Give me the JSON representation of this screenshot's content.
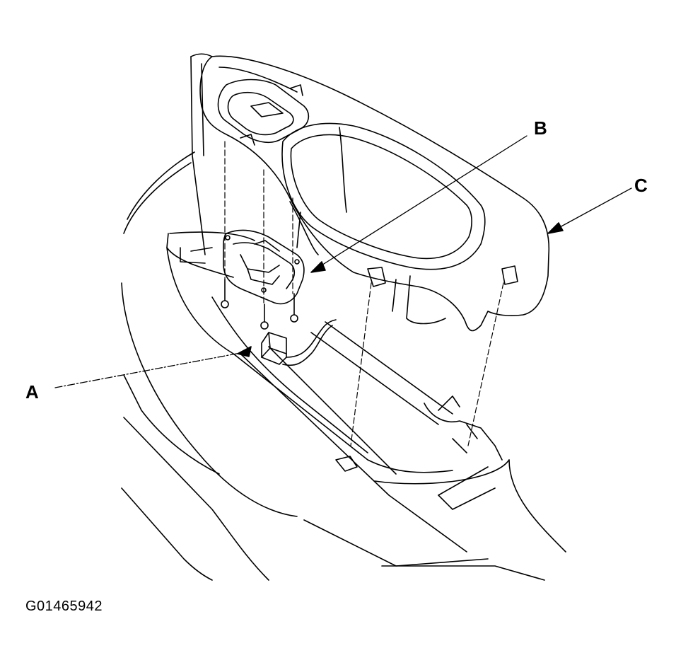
{
  "callouts": {
    "a": "A",
    "b": "B",
    "c": "C"
  },
  "figure_code": "G01465942",
  "colors": {
    "line": "#000000",
    "background": "#ffffff"
  }
}
